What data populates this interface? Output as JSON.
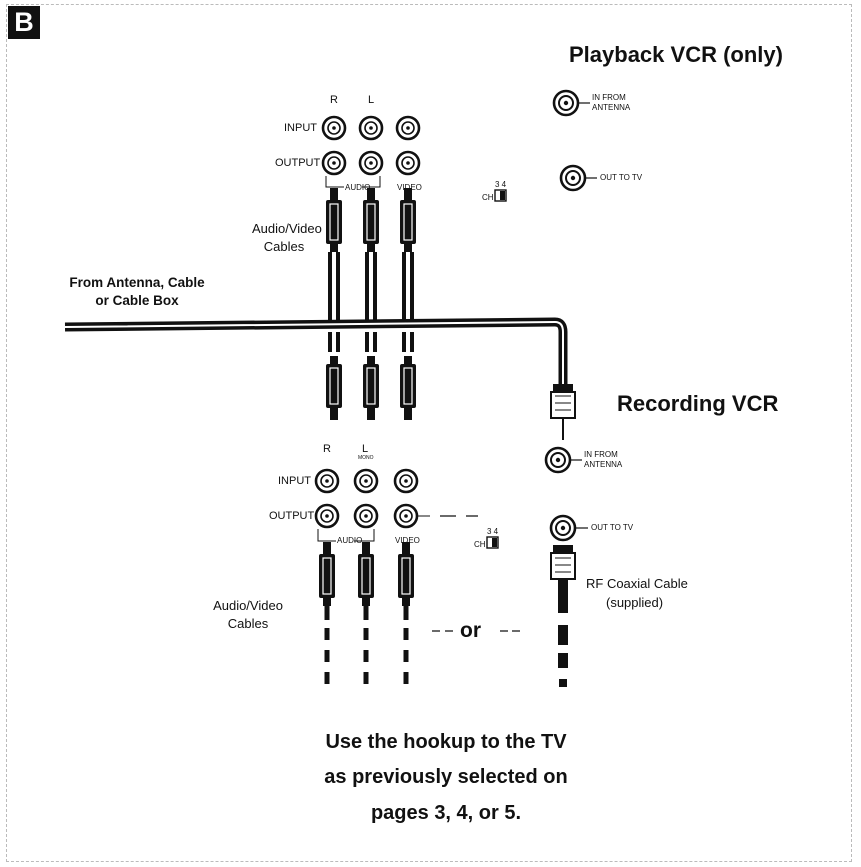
{
  "section_badge": "B",
  "playback_vcr": {
    "heading": "Playback VCR (only)",
    "label_r": "R",
    "label_l": "L",
    "label_input": "INPUT",
    "label_output": "OUTPUT",
    "label_audio": "AUDIO",
    "label_video": "VIDEO",
    "label_ch": "CH",
    "label_34": "3 4",
    "in_from_antenna": [
      "IN FROM",
      "ANTENNA"
    ],
    "out_to_tv": "OUT TO TV"
  },
  "recording_vcr": {
    "heading": "Recording VCR",
    "label_r": "R",
    "label_l": "L",
    "label_mono": "MONO",
    "label_input": "INPUT",
    "label_output": "OUTPUT",
    "label_audio": "AUDIO",
    "label_video": "VIDEO",
    "label_ch": "CH",
    "label_34": "3 4",
    "in_from_antenna": [
      "IN FROM",
      "ANTENNA"
    ],
    "out_to_tv": "OUT TO TV"
  },
  "av_cables_top": [
    "Audio/Video",
    "Cables"
  ],
  "av_cables_bottom": [
    "Audio/Video",
    "Cables"
  ],
  "antenna_source": [
    "From Antenna, Cable",
    "or Cable Box"
  ],
  "rf_cable": [
    "RF Coaxial Cable",
    "(supplied)"
  ],
  "or_text": "or",
  "instruction": [
    "Use the hookup to the TV",
    "as previously selected on",
    "pages 3, 4, or 5."
  ]
}
